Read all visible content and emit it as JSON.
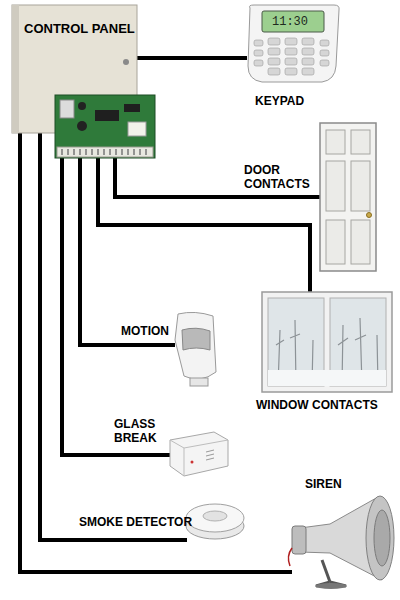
{
  "diagram": {
    "nodes": [
      {
        "text": [
          "CONTROL PANEL"
        ]
      },
      {
        "text": [
          "KEYPAD"
        ]
      },
      {
        "text": [
          "DOOR CONTACTS"
        ]
      },
      {
        "text": [
          "WINDOW CONTACTS"
        ]
      },
      {
        "text": [
          "MOTION"
        ]
      },
      {
        "text": [
          "GLASS BREAK"
        ]
      },
      {
        "text": [
          "SMOKE DETECTOR"
        ]
      },
      {
        "text": [
          "SIREN"
        ]
      }
    ],
    "edges": [
      {
        "from": 0,
        "to": 1,
        "arrow": "none"
      },
      {
        "from": 0,
        "to": 2,
        "arrow": "none"
      },
      {
        "from": 0,
        "to": 3,
        "arrow": "none"
      },
      {
        "from": 0,
        "to": 4,
        "arrow": "none"
      },
      {
        "from": 0,
        "to": 5,
        "arrow": "none"
      },
      {
        "from": 0,
        "to": 6,
        "arrow": "none"
      },
      {
        "from": 0,
        "to": 7,
        "arrow": "none"
      }
    ],
    "labels": [
      "11:30"
    ]
  }
}
